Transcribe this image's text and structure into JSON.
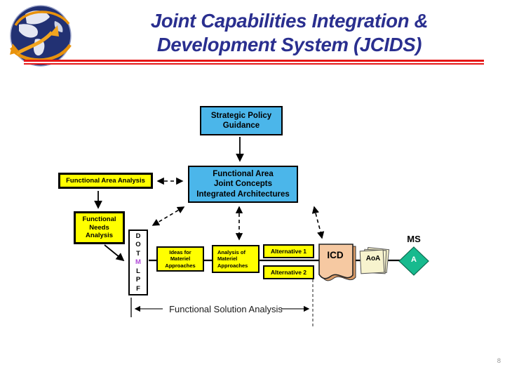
{
  "header": {
    "title_line1": "Joint Capabilities Integration &",
    "title_line2": "Development System (JCIDS)",
    "logo": "globe-icon"
  },
  "colors": {
    "title_navy": "#2A2F8F",
    "underline_red": "#E51717",
    "box_blue": "#4BB6EA",
    "box_yellow": "#FFFF00",
    "icd_peach": "#F6C9A2",
    "aoa_cream": "#F7F3CE",
    "milestone_green": "#17BA8E",
    "dotmlpf_m_magenta": "#B04AD8"
  },
  "diagram": {
    "strategic_policy_guidance": "Strategic Policy\nGuidance",
    "functional_area": "Functional Area\nJoint Concepts\nIntegrated Architectures",
    "functional_area_analysis": "Functional Area Analysis",
    "functional_needs_analysis": "Functional\nNeeds\nAnalysis",
    "dotmlpf": {
      "letters": [
        "D",
        "O",
        "T",
        "M",
        "L",
        "P",
        "F"
      ],
      "highlight_letter": "M"
    },
    "ideas_for_materiel": "Ideas for\nMateriel\nApproaches",
    "analysis_of_materiel": "Analysis of\nMateriel\nApproaches",
    "alternative_1": "Alternative 1",
    "alternative_2": "Alternative 2",
    "icd": "ICD",
    "aoa": "AoA",
    "milestone_label": "MS",
    "milestone_letter": "A",
    "span_label": "Functional Solution Analysis"
  },
  "footer": {
    "page_number": "8"
  }
}
